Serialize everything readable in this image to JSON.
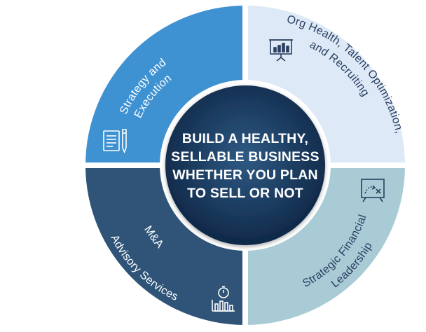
{
  "center": {
    "lines": [
      "BUILD A HEALTHY,",
      "SELLABLE BUSINESS",
      "WHETHER YOU PLAN",
      "TO SELL OR NOT"
    ]
  },
  "segments": {
    "strategy": {
      "lines": [
        "Strategy and",
        "Execution"
      ],
      "icon": "document-pen-icon",
      "color": "#3f92d2",
      "text_color": "#ffffff"
    },
    "org_health": {
      "lines": [
        "Org Health, Talent Optimization,",
        "and Recruiting"
      ],
      "icon": "presentation-chart-icon",
      "color": "#dde9f6",
      "text_color": "#2a3f60"
    },
    "financial": {
      "lines": [
        "Strategic Financial",
        "Leadership"
      ],
      "icon": "strategy-board-icon",
      "color": "#a9cbd6",
      "text_color": "#2a3f60"
    },
    "mna": {
      "lines": [
        "M&A",
        "Advisory Services"
      ],
      "icon": "stopwatch-chart-icon",
      "color": "#2f5478",
      "text_color": "#ffffff"
    }
  },
  "colors": {
    "center_inner": "#2f5a84",
    "center_outer": "#0f2848",
    "ring_white": "#ffffff"
  }
}
